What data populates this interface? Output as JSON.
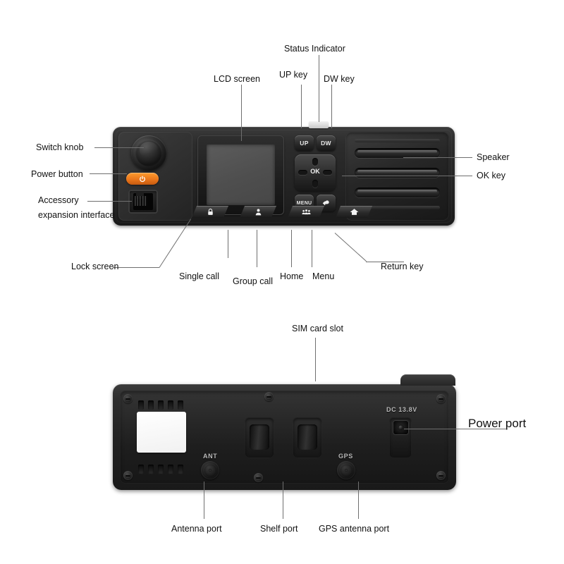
{
  "diagram": {
    "title": "Mobile radio front and rear panel callout diagram",
    "front_labels": {
      "status_indicator": "Status Indicator",
      "lcd_screen": "LCD screen",
      "up_key": "UP key",
      "dw_key": "DW key",
      "switch_knob": "Switch knob",
      "power_button": "Power button",
      "accessory_line1": "Accessory",
      "accessory_line2": "expansion interface",
      "speaker": "Speaker",
      "ok_key": "OK key",
      "lock_screen": "Lock screen",
      "single_call": "Single call",
      "group_call": "Group call",
      "home": "Home",
      "menu": "Menu",
      "return_key": "Return key"
    },
    "rear_labels": {
      "sim_card_slot": "SIM card slot",
      "power_port_part1": "Power ",
      "power_port_part2": "port",
      "antenna_port": "Antenna port",
      "shelf_port": "Shelf port",
      "gps_antenna_port": "GPS antenna port"
    },
    "device_markings": {
      "up": "UP",
      "dw": "DW",
      "ok": "OK",
      "menu": "MENU",
      "ant": "ANT",
      "gps": "GPS",
      "dc_voltage": "DC 13.8V"
    },
    "icons": {
      "power": "power-symbol-icon",
      "lock": "lock-icon",
      "single_call": "person-icon",
      "group_call": "people-group-icon",
      "home": "home-icon",
      "return": "return-arrow-icon"
    },
    "colors": {
      "power_button": "#e8741a",
      "body": "#242424",
      "lcd": "#525252",
      "status_led": "#e8e8e8",
      "sma_gold": "#d6b055",
      "leader_line": "#6f6f6f",
      "label_text": "#111111"
    }
  }
}
